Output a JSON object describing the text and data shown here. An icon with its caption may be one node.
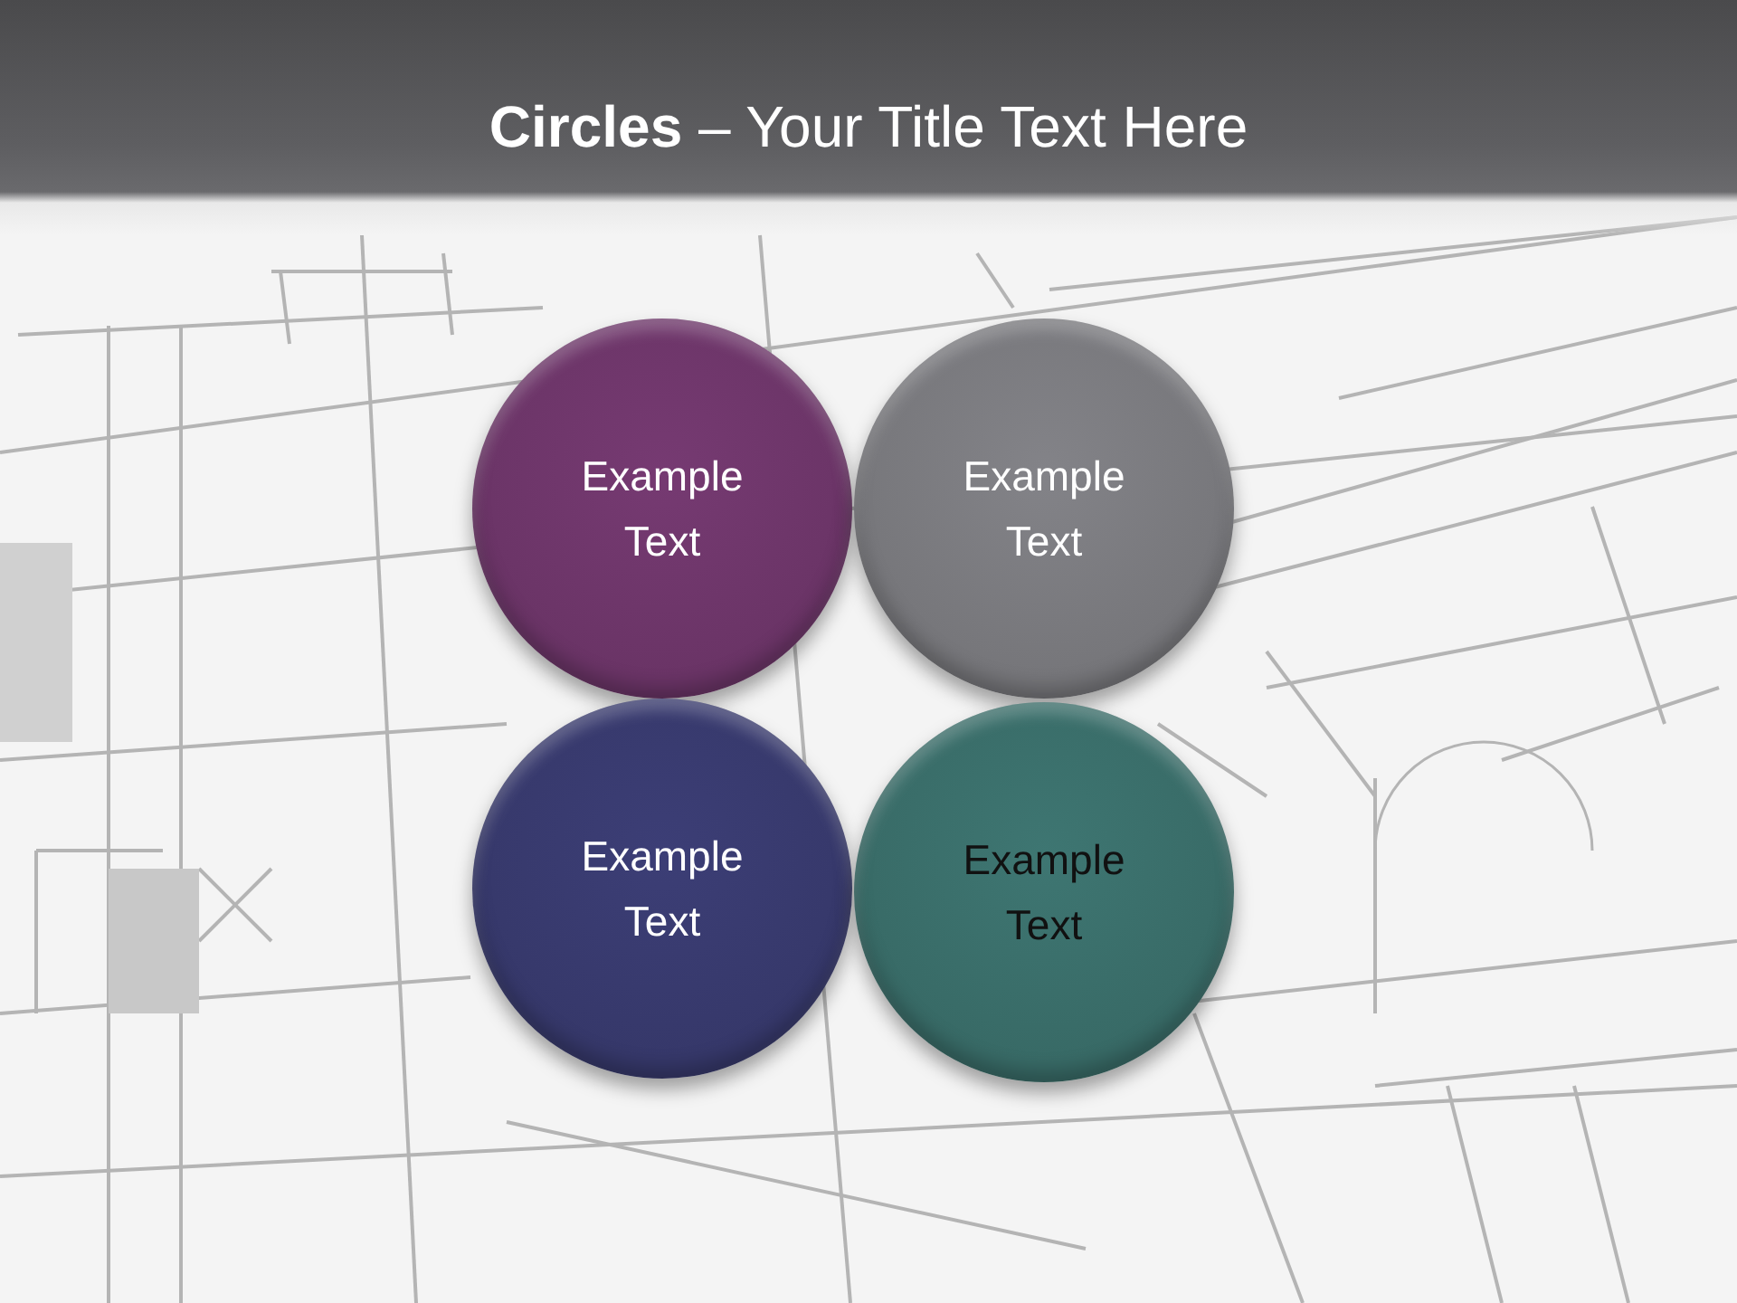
{
  "diagram": {
    "title": "**Circles** – Your Title Text Here",
    "nodes": [
      {
        "text": [
          "Example Text"
        ]
      },
      {
        "text": [
          "Example Text"
        ]
      },
      {
        "text": [
          "Example Text"
        ]
      },
      {
        "text": [
          "Example Text"
        ]
      }
    ]
  }
}
